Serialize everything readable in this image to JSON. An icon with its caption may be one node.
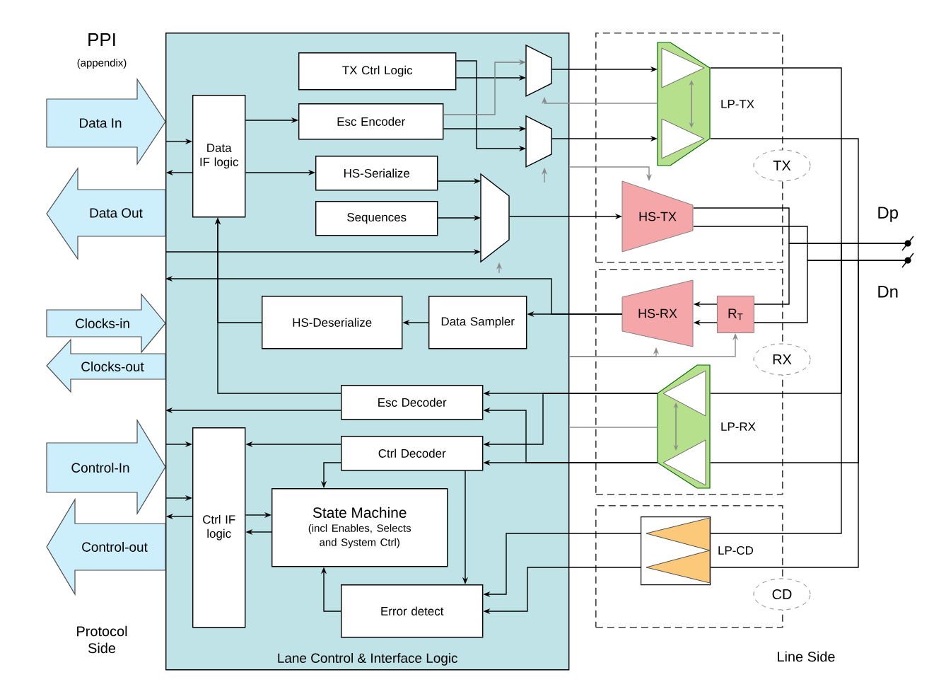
{
  "diagram": {
    "nodes": [
      {
        "text": [
          "Lane Control & Interface Logic"
        ]
      },
      {
        "text": [
          "Data IF logic"
        ],
        "in": 0
      },
      {
        "text": [
          "TX Ctrl Logic"
        ],
        "in": 0
      },
      {
        "text": [
          "Esc Encoder"
        ],
        "in": 0
      },
      {
        "text": [],
        "shape": "trapezoid",
        "in": 0
      },
      {
        "text": [],
        "shape": "trapezoid",
        "in": 0
      },
      {
        "text": [
          "HS-Serialize"
        ],
        "in": 0
      },
      {
        "text": [
          "Sequences"
        ],
        "in": 0
      },
      {
        "text": [],
        "shape": "trapezoid",
        "in": 0
      },
      {
        "text": [
          "HS-Deserialize"
        ],
        "in": 0
      },
      {
        "text": [
          "Data Sampler"
        ],
        "in": 0
      },
      {
        "text": [
          "Esc Decoder"
        ],
        "in": 0
      },
      {
        "text": [
          "Ctrl IF logic"
        ],
        "in": 0
      },
      {
        "text": [
          "Ctrl Decoder"
        ],
        "in": 0
      },
      {
        "text": [
          "State Machine",
          "(incl Enables, Selects and System Ctrl)"
        ],
        "in": 0
      },
      {
        "text": [
          "Error detect"
        ],
        "in": 0
      },
      {
        "text": [
          "Data In"
        ]
      },
      {
        "text": [
          "Data Out"
        ]
      },
      {
        "text": [
          "Clocks-in"
        ]
      },
      {
        "text": [
          "Clocks-out"
        ]
      },
      {
        "text": [
          "Control-In"
        ]
      },
      {
        "text": [
          "Control-out"
        ]
      },
      {
        "text": [],
        "shape": "box"
      },
      {
        "text": [
          "LP-TX"
        ],
        "in": 22
      },
      {
        "text": [
          "HS-TX"
        ],
        "in": 22
      },
      {
        "text": [
          "TX"
        ]
      },
      {
        "text": [],
        "shape": "box"
      },
      {
        "text": [
          "HS-RX"
        ],
        "in": 26
      },
      {
        "text": [
          "R$_{T}$"
        ],
        "in": 26
      },
      {
        "text": [
          "LP-RX"
        ],
        "in": 26
      },
      {
        "text": [
          "RX"
        ]
      },
      {
        "text": [],
        "shape": "box"
      },
      {
        "text": [
          "LP-CD"
        ],
        "in": 31
      },
      {
        "text": [
          "CD"
        ]
      },
      {
        "text": [
          "Dp"
        ]
      },
      {
        "text": [
          "Dn"
        ]
      }
    ],
    "edges": [
      {
        "from": 16,
        "to": 1,
        "arrow": "to"
      },
      {
        "from": 1,
        "to": 17,
        "arrow": "to"
      },
      {
        "from": 1,
        "to": 3,
        "arrow": "to"
      },
      {
        "from": 1,
        "to": 6,
        "arrow": "to"
      },
      {
        "from": 2,
        "to": 4,
        "arrow": "to"
      },
      {
        "from": 2,
        "to": 5,
        "arrow": "to"
      },
      {
        "from": 3,
        "to": 4,
        "arrow": "to",
        "color": "#808080"
      },
      {
        "from": 3,
        "to": 5,
        "arrow": "to"
      },
      {
        "from": 6,
        "to": 8,
        "arrow": "to"
      },
      {
        "from": 7,
        "to": 8,
        "arrow": "to"
      },
      {
        "from": 0,
        "to": 8,
        "arrow": "to"
      },
      {
        "from": 4,
        "to": 23,
        "arrow": "to"
      },
      {
        "from": 5,
        "to": 23,
        "arrow": "to"
      },
      {
        "from": 8,
        "to": 24,
        "arrow": "to"
      },
      {
        "from": 0,
        "to": 4,
        "arrow": "to",
        "color": "#8c8c8c"
      },
      {
        "from": null,
        "to": 5,
        "arrow": "to",
        "color": "#8c8c8c"
      },
      {
        "from": null,
        "to": 8,
        "arrow": "to",
        "color": "#8c8c8c"
      },
      {
        "from": 0,
        "to": 23,
        "arrow": "none",
        "color": "#8c8c8c"
      },
      {
        "from": 0,
        "to": 24,
        "arrow": "to",
        "color": "#8c8c8c"
      },
      {
        "from": 27,
        "to": 10,
        "arrow": "to"
      },
      {
        "from": 27,
        "to": 0,
        "arrow": "to"
      },
      {
        "from": 10,
        "to": 9,
        "arrow": "to"
      },
      {
        "from": 9,
        "to": 1,
        "arrow": "to"
      },
      {
        "from": 11,
        "to": 1,
        "arrow": "to"
      },
      {
        "from": 11,
        "to": 0,
        "arrow": "to"
      },
      {
        "from": 13,
        "to": 12,
        "arrow": "to"
      },
      {
        "from": 13,
        "to": 14,
        "arrow": "to"
      },
      {
        "from": 13,
        "to": 15,
        "arrow": "to"
      },
      {
        "from": 15,
        "to": 14,
        "arrow": "to"
      },
      {
        "from": 12,
        "to": 14,
        "arrow": "to"
      },
      {
        "from": 14,
        "to": 12,
        "arrow": "to"
      },
      {
        "from": 20,
        "to": 12,
        "arrow": "to"
      },
      {
        "from": 20,
        "to": 12,
        "arrow": "to"
      },
      {
        "from": 12,
        "to": 21,
        "arrow": "to"
      },
      {
        "from": 29,
        "to": 11,
        "arrow": "to"
      },
      {
        "from": 29,
        "to": 13,
        "arrow": "to"
      },
      {
        "from": 29,
        "to": 13,
        "arrow": "to"
      },
      {
        "from": 29,
        "to": 11,
        "arrow": "to"
      },
      {
        "from": 32,
        "to": 15,
        "arrow": "to"
      },
      {
        "from": 32,
        "to": 15,
        "arrow": "to"
      },
      {
        "from": 0,
        "to": 27,
        "arrow": "to",
        "color": "#8c8c8c"
      },
      {
        "from": 0,
        "to": 28,
        "arrow": "to",
        "color": "#8c8c8c"
      },
      {
        "from": 0,
        "to": 29,
        "arrow": "none",
        "color": "#8c8c8c"
      },
      {
        "from": 28,
        "to": 27,
        "arrow": "to"
      },
      {
        "from": 28,
        "to": 27,
        "arrow": "to"
      },
      {
        "from": 34,
        "to": 28,
        "arrow": "none"
      },
      {
        "from": 35,
        "to": 28,
        "arrow": "none"
      },
      {
        "from": 23,
        "to": 34,
        "arrow": "none"
      },
      {
        "from": 23,
        "to": 35,
        "arrow": "none"
      },
      {
        "from": 24,
        "to": 34,
        "arrow": "none"
      },
      {
        "from": 24,
        "to": 35,
        "arrow": "none"
      },
      {
        "from": 29,
        "to": 34,
        "arrow": "none"
      },
      {
        "from": 29,
        "to": 35,
        "arrow": "none"
      },
      {
        "from": 32,
        "to": 34,
        "arrow": "none"
      },
      {
        "from": 32,
        "to": 35,
        "arrow": "none"
      }
    ],
    "labels": [
      "PPI",
      "(appendix)",
      "Protocol Side",
      "Line Side"
    ]
  }
}
